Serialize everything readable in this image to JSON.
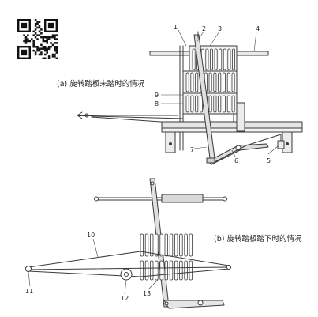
{
  "captions": {
    "a": "(a) 旋转踏板未踏时的情况",
    "b": "(b) 旋转踏板踏下时的情况"
  },
  "callouts": {
    "c1": "1",
    "c2": "2",
    "c3": "3",
    "c4": "4",
    "c5": "5",
    "c6": "6",
    "c7": "7",
    "c8": "8",
    "c9": "9",
    "c10": "10",
    "c11": "11",
    "c12": "12",
    "c13": "13"
  },
  "qr": {
    "label": "qr-code"
  },
  "colors": {
    "line": "#3a3a3a",
    "light": "#8a8a8a",
    "fill": "#e9e9e9",
    "dark": "#2a2a2a"
  }
}
